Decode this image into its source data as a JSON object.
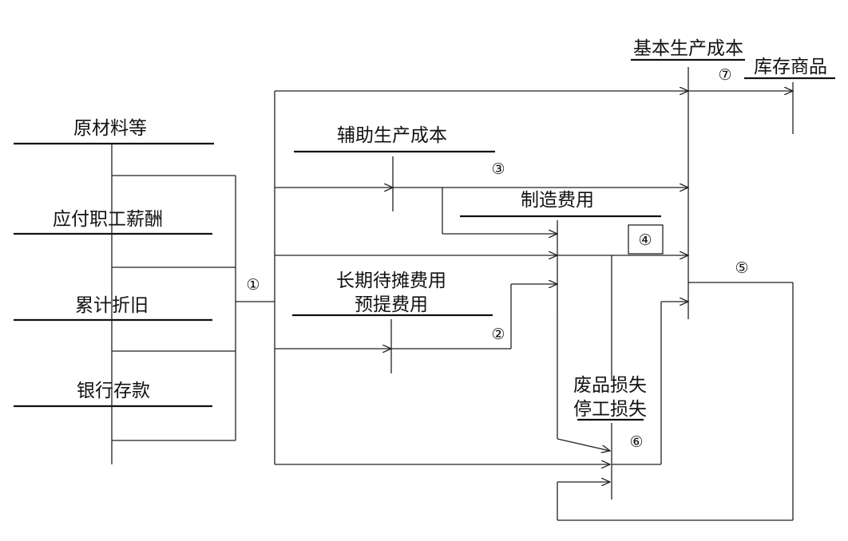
{
  "accounts": {
    "raw_materials": "原材料等",
    "payroll": "应付职工薪酬",
    "depreciation": "累计折旧",
    "bank_deposit": "银行存款",
    "auxiliary_cost": "辅助生产成本",
    "overhead": "制造费用",
    "deferred_line1": "长期待摊费用",
    "deferred_line2": "预提费用",
    "scrap_loss": "废品损失",
    "shutdown_loss": "停工损失",
    "basic_cost": "基本生产成本",
    "inventory": "库存商品"
  },
  "steps": [
    "①",
    "②",
    "③",
    "④",
    "⑤",
    "⑥",
    "⑦"
  ]
}
